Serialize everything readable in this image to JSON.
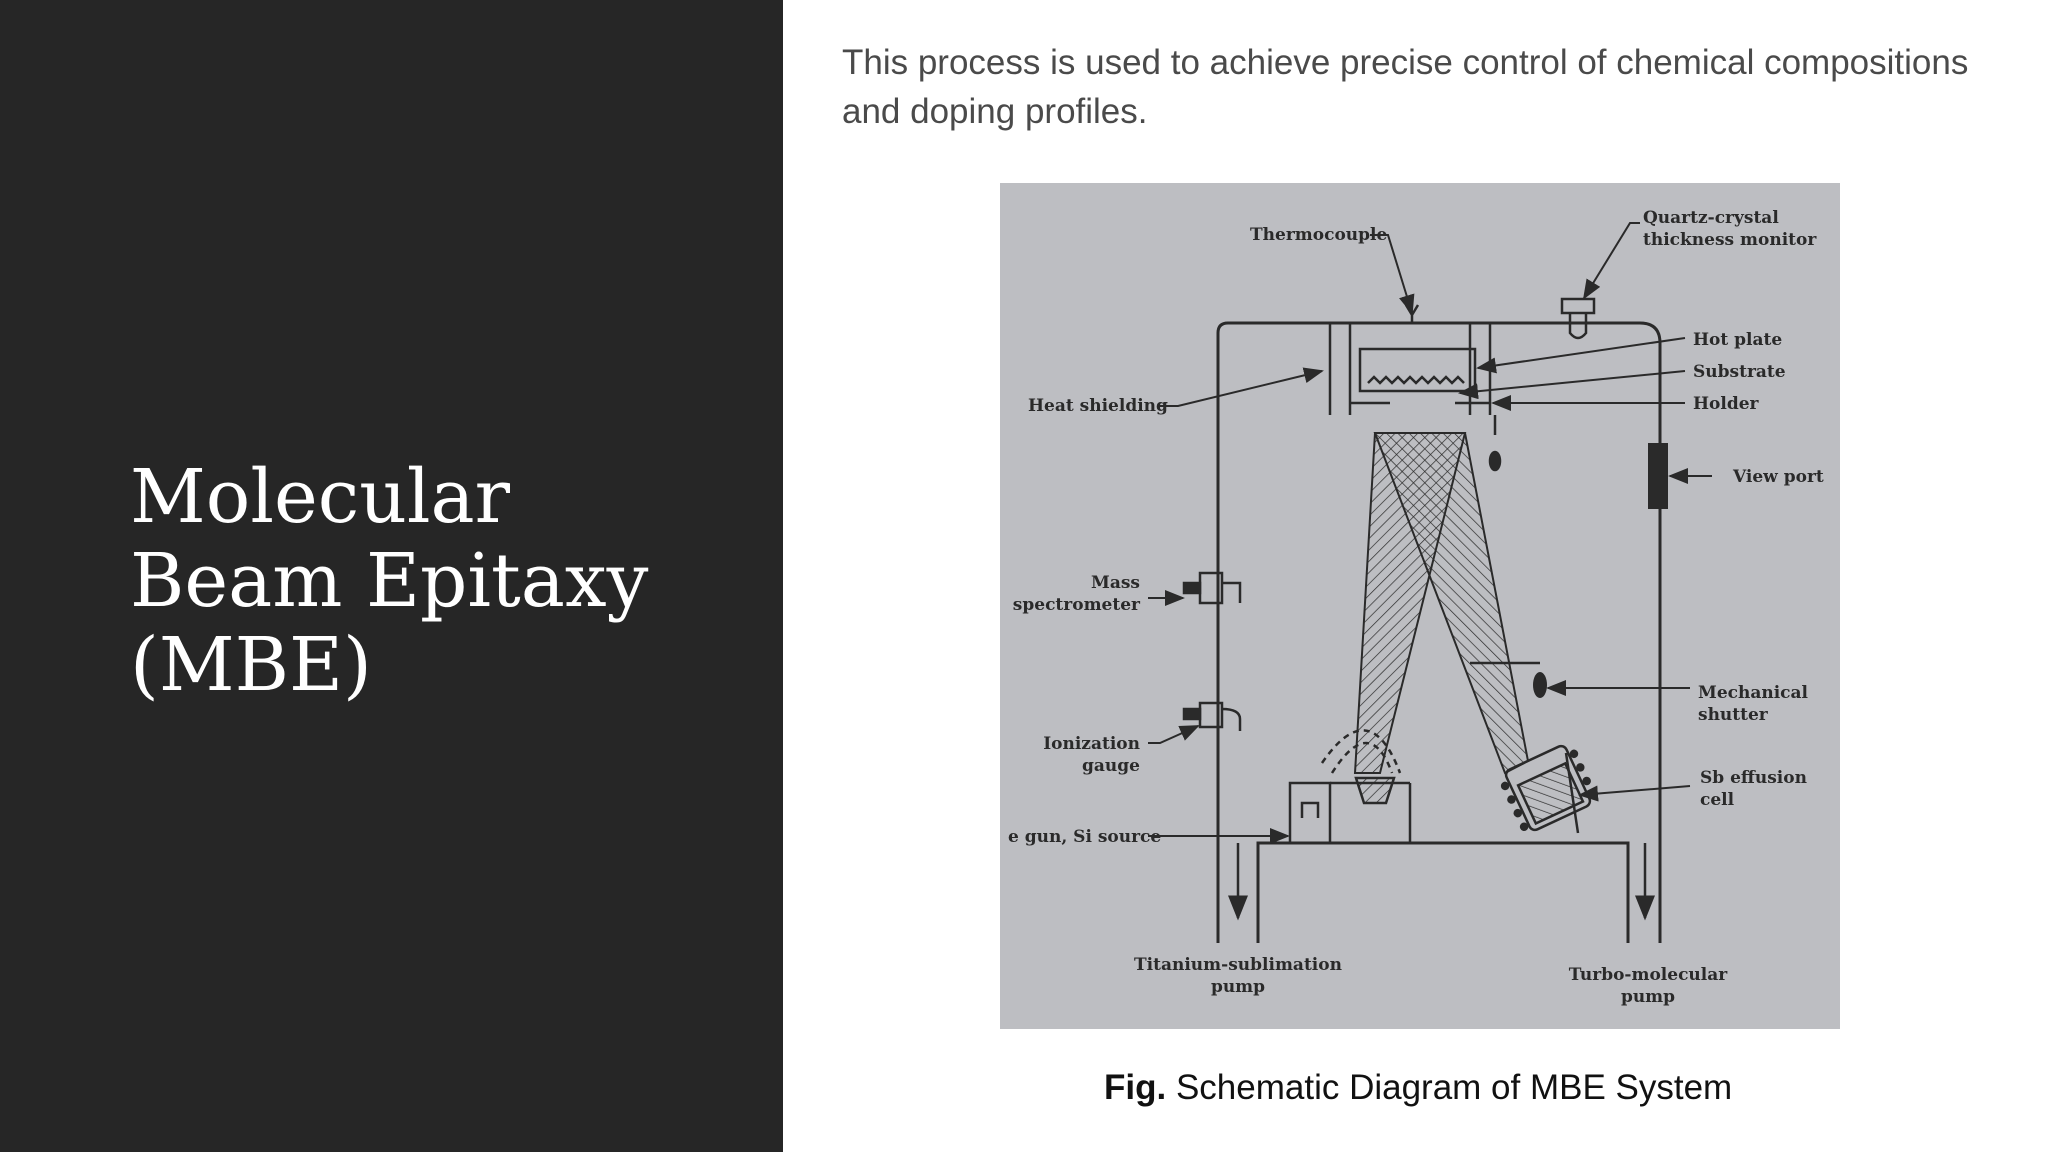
{
  "slide": {
    "title": "Molecular\nBeam Epitaxy\n(MBE)",
    "intro": "This process is used to achieve precise control of chemical compositions and doping profiles."
  },
  "figure": {
    "labels": {
      "thermocouple": "Thermocouple",
      "quartz_line1": "Quartz-crystal",
      "quartz_line2": "thickness monitor",
      "hot_plate": "Hot plate",
      "substrate": "Substrate",
      "holder": "Holder",
      "heat_shielding": "Heat shielding",
      "view_port": "View port",
      "mass_line1": "Mass",
      "mass_line2": "spectrometer",
      "shutter_line1": "Mechanical",
      "shutter_line2": "shutter",
      "ion_line1": "Ionization",
      "ion_line2": "gauge",
      "sb_line1": "Sb effusion",
      "sb_line2": "cell",
      "egun": "e gun, Si source",
      "ti_line1": "Titanium-sublimation",
      "ti_line2": "pump",
      "turbo_line1": "Turbo-molecular",
      "turbo_line2": "pump"
    },
    "caption_prefix": "Fig.",
    "caption_text": " Schematic Diagram of MBE System"
  },
  "colors": {
    "panel": "#262626",
    "figure_bg": "#bdbec2",
    "ink": "#2a2a2a"
  }
}
